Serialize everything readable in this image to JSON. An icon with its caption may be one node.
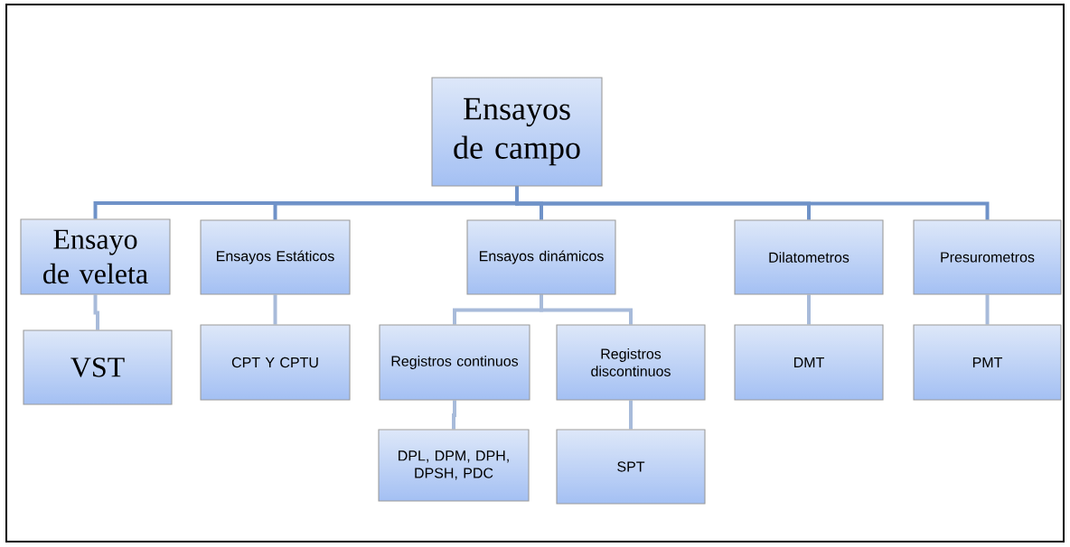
{
  "diagram": {
    "nodes": [
      {
        "text": [
          "Ensayos de campo"
        ]
      },
      {
        "text": [
          "Ensayo de veleta"
        ]
      },
      {
        "text": [
          "Ensayos Estáticos"
        ]
      },
      {
        "text": [
          "Ensayos dinámicos"
        ]
      },
      {
        "text": [
          "Dilatometros"
        ]
      },
      {
        "text": [
          "Presurometros"
        ]
      },
      {
        "text": [
          "VST"
        ]
      },
      {
        "text": [
          "CPT Y CPTU"
        ]
      },
      {
        "text": [
          "Registros continuos"
        ]
      },
      {
        "text": [
          "Registros discontinuos"
        ]
      },
      {
        "text": [
          "DMT"
        ]
      },
      {
        "text": [
          "PMT"
        ]
      },
      {
        "text": [
          "DPL, DPM, DPH, DPSH, PDC"
        ]
      },
      {
        "text": [
          "SPT"
        ]
      }
    ],
    "edges": [
      {
        "from": 0,
        "to": 1,
        "arrow": "none",
        "color": "#6f92c8"
      },
      {
        "from": 0,
        "to": 2,
        "arrow": "none",
        "color": "#6f92c8"
      },
      {
        "from": 0,
        "to": 3,
        "arrow": "none",
        "color": "#6f92c8"
      },
      {
        "from": 0,
        "to": 4,
        "arrow": "none",
        "color": "#6f92c8"
      },
      {
        "from": 0,
        "to": 5,
        "arrow": "none",
        "color": "#6f92c8"
      },
      {
        "from": 1,
        "to": 6,
        "arrow": "none"
      },
      {
        "from": 2,
        "to": 7,
        "arrow": "none"
      },
      {
        "from": 3,
        "to": 8,
        "arrow": "none"
      },
      {
        "from": 3,
        "to": 9,
        "arrow": "none"
      },
      {
        "from": 4,
        "to": 10,
        "arrow": "none"
      },
      {
        "from": 5,
        "to": 11,
        "arrow": "none"
      },
      {
        "from": 8,
        "to": 12,
        "arrow": "none"
      },
      {
        "from": 9,
        "to": 13,
        "arrow": "none"
      }
    ]
  }
}
